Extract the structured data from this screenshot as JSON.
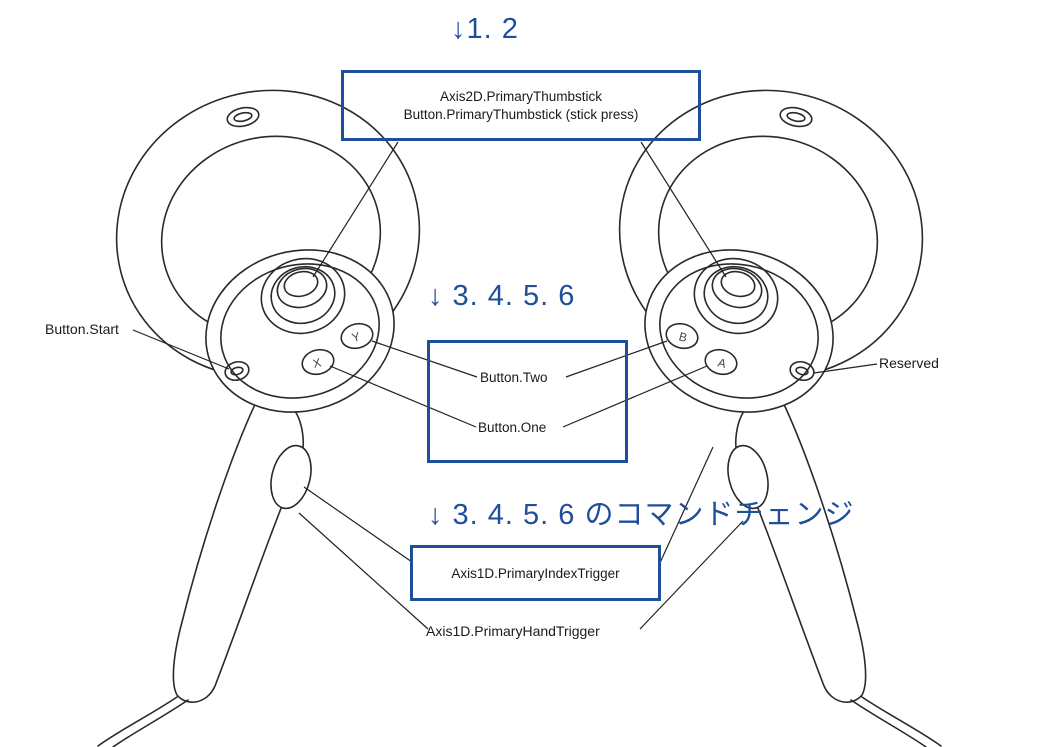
{
  "colors": {
    "accent_blue": "#1F4E9B",
    "drawing_line": "#2a2a2a",
    "label_text": "#1a1a1a"
  },
  "headings": {
    "thumbstick": "↓1. 2",
    "face_buttons": "↓ 3. 4. 5. 6",
    "command_change": "↓ 3. 4. 5. 6 のコマンドチェンジ"
  },
  "labels": {
    "axis2d_thumbstick": "Axis2D.PrimaryThumbstick",
    "button_thumbstick": "Button.PrimaryThumbstick (stick press)",
    "button_start": "Button.Start",
    "button_two": "Button.Two",
    "button_one": "Button.One",
    "reserved": "Reserved",
    "index_trigger": "Axis1D.PrimaryIndexTrigger",
    "hand_trigger": "Axis1D.PrimaryHandTrigger"
  },
  "glyphs": {
    "left_upper": "Y",
    "left_lower": "X",
    "right_upper": "B",
    "right_lower": "A"
  }
}
